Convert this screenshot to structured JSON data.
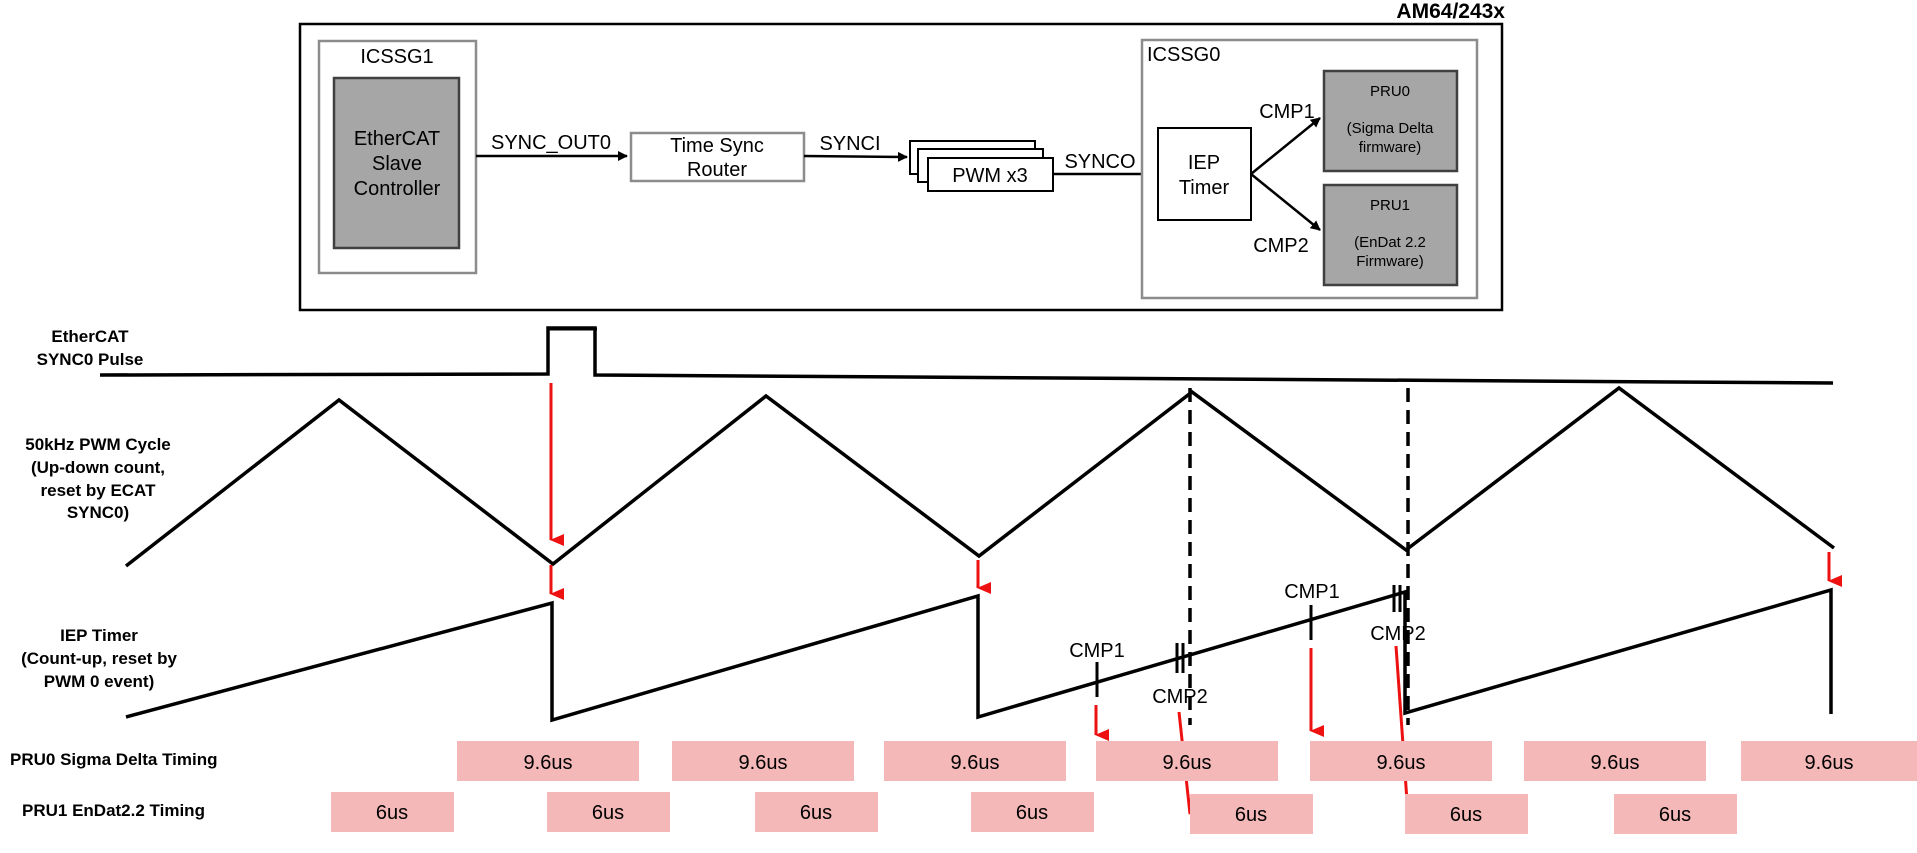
{
  "chip": {
    "title": "AM64/243x"
  },
  "icssg1": {
    "label": "ICSSG1",
    "controller": [
      "EtherCAT",
      "Slave",
      "Controller"
    ]
  },
  "signals": {
    "sync_out0": "SYNC_OUT0",
    "synci": "SYNCI",
    "synco": "SYNCO"
  },
  "router": {
    "label": [
      "Time Sync",
      "Router"
    ]
  },
  "pwm": {
    "label": "PWM x3"
  },
  "icssg0": {
    "label": "ICSSG0",
    "iep": [
      "IEP",
      "Timer"
    ],
    "cmp1": "CMP1",
    "cmp2": "CMP2",
    "pru0": {
      "title": "PRU0",
      "desc": [
        "(Sigma Delta",
        "firmware)"
      ]
    },
    "pru1": {
      "title": "PRU1",
      "desc": [
        "(EnDat 2.2",
        "Firmware)"
      ]
    }
  },
  "rows": {
    "sync0": [
      "EtherCAT",
      "SYNC0 Pulse"
    ],
    "pwm": [
      "50kHz PWM Cycle",
      "(Up-down count,",
      "reset by ECAT",
      "SYNC0)"
    ],
    "iep": [
      "IEP Timer",
      "(Count-up, reset by",
      "PWM 0 event)"
    ],
    "pru0": "PRU0 Sigma Delta Timing",
    "pru1": "PRU1 EnDat2.2 Timing"
  },
  "timeline_labels": {
    "cmp1": "CMP1",
    "cmp2": "CMP2"
  },
  "pru0_slots": [
    "9.6us",
    "9.6us",
    "9.6us",
    "9.6us",
    "9.6us",
    "9.6us",
    "9.6us"
  ],
  "pru1_slots": [
    "6us",
    "6us",
    "6us",
    "6us",
    "6us",
    "6us",
    "6us"
  ],
  "colors": {
    "marker": "#ee1111",
    "slot_fill": "#f4b8b8",
    "block_fill": "#a6a6a6"
  }
}
